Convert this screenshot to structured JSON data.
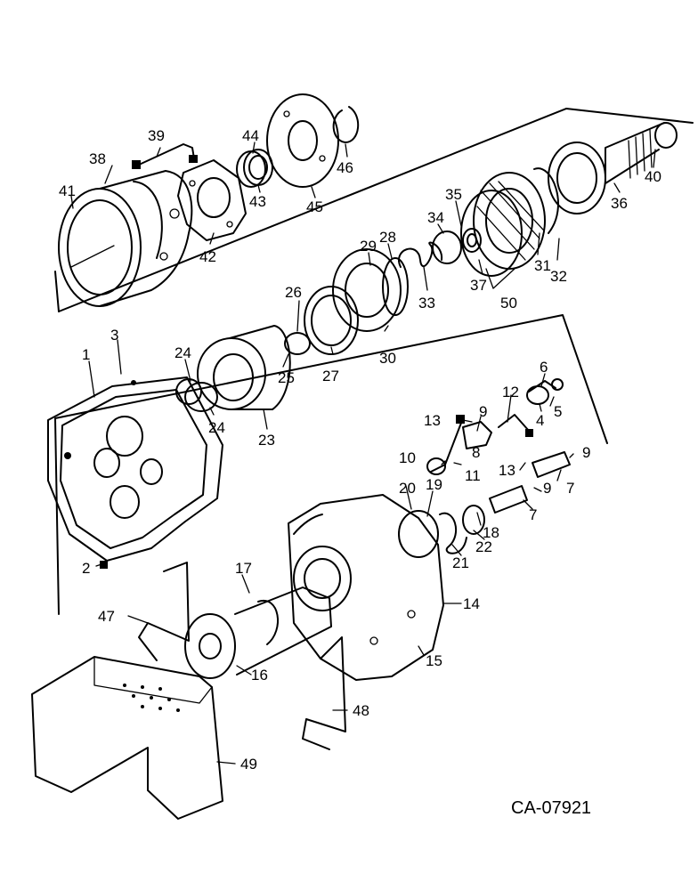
{
  "diagram_code": "CA-07921",
  "part_numbers": [
    "1",
    "2",
    "3",
    "4",
    "5",
    "6",
    "7",
    "7",
    "8",
    "9",
    "9",
    "9",
    "10",
    "11",
    "12",
    "13",
    "13",
    "14",
    "15",
    "16",
    "17",
    "18",
    "19",
    "20",
    "21",
    "22",
    "23",
    "24",
    "24",
    "25",
    "26",
    "27",
    "28",
    "29",
    "30",
    "31",
    "32",
    "33",
    "34",
    "35",
    "36",
    "37",
    "38",
    "39",
    "40",
    "41",
    "42",
    "43",
    "44",
    "45",
    "46",
    "47",
    "48",
    "49",
    "50"
  ],
  "colors": {
    "ink": "#000000",
    "paper": "#ffffff"
  }
}
